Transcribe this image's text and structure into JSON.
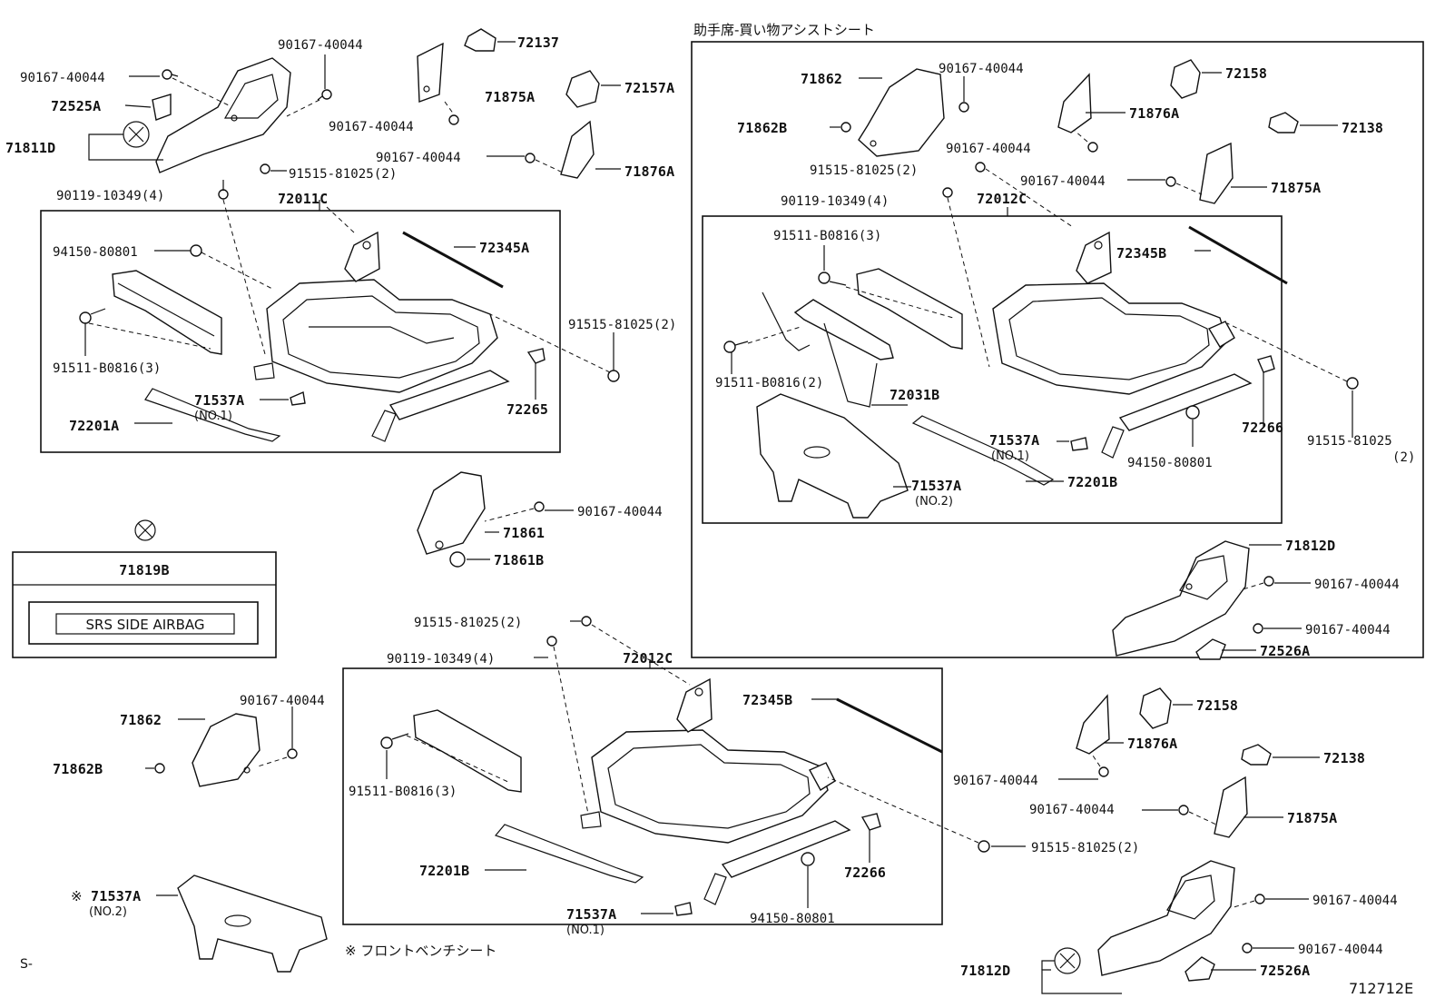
{
  "header": {
    "passenger_title": "助手席-買い物アシストシート",
    "bench_note": "※ フロントベンチシート",
    "diagram_code": "712712E",
    "corner_mark": "S-"
  },
  "label_box": {
    "part": "71819B",
    "text": "SRS SIDE AIRBAG"
  },
  "labels": {
    "l1": "90167-40044",
    "l2": "90167-40044",
    "l3": "72525A",
    "l4": "71811D",
    "l5": "90167-40044",
    "l6": "72137",
    "l7": "71875A",
    "l8": "72157A",
    "l9": "90167-40044",
    "l10": "71876A",
    "l11": "91515-81025(2)",
    "l12": "90119-10349(4)",
    "l13": "72011C",
    "l14": "94150-80801",
    "l15": "72345A",
    "l16": "91515-81025(2)",
    "l17": "91511-B0816(3)",
    "l18": "71537A",
    "l18n": "(NO.1)",
    "l19": "72265",
    "l20": "72201A",
    "l21": "90167-40044",
    "l22": "71861",
    "l23": "71861B",
    "p1": "71862",
    "p2": "90167-40044",
    "p3": "72158",
    "p4": "71862B",
    "p5": "71876A",
    "p6": "72138",
    "p7": "90167-40044",
    "p8": "91515-81025(2)",
    "p9": "90167-40044",
    "p10": "71875A",
    "p11": "90119-10349(4)",
    "p12": "72012C",
    "p13": "91511-B0816(3)",
    "p14": "72345B",
    "p15": "91511-B0816(2)",
    "p16": "72031B",
    "p17": "72266",
    "p18": "71537A",
    "p18n": "(NO.1)",
    "p19": "91515-81025",
    "p19n": "(2)",
    "p20": "94150-80801",
    "p21": "71537A",
    "p21n": "(NO.2)",
    "p22": "72201B",
    "p23": "71812D",
    "p24": "90167-40044",
    "p25": "90167-40044",
    "p26": "72526A",
    "b1": "91515-81025(2)",
    "b2": "90119-10349(4)",
    "b3": "72012C",
    "b4": "72345B",
    "b5": "90167-40044",
    "b6": "71862",
    "b7": "71862B",
    "b8": "91511-B0816(3)",
    "b9": "72201B",
    "b10": "71537A",
    "b10n": "(NO.1)",
    "b11": "94150-80801",
    "b12": "72266",
    "b13": "91515-81025(2)",
    "b14": "71537A",
    "b14n": "(NO.2)",
    "b14mark": "※",
    "r1": "72158",
    "r2": "71876A",
    "r3": "90167-40044",
    "r4": "72138",
    "r5": "90167-40044",
    "r6": "71875A",
    "r7": "90167-40044",
    "r8": "90167-40044",
    "r9": "71812D",
    "r10": "72526A"
  }
}
